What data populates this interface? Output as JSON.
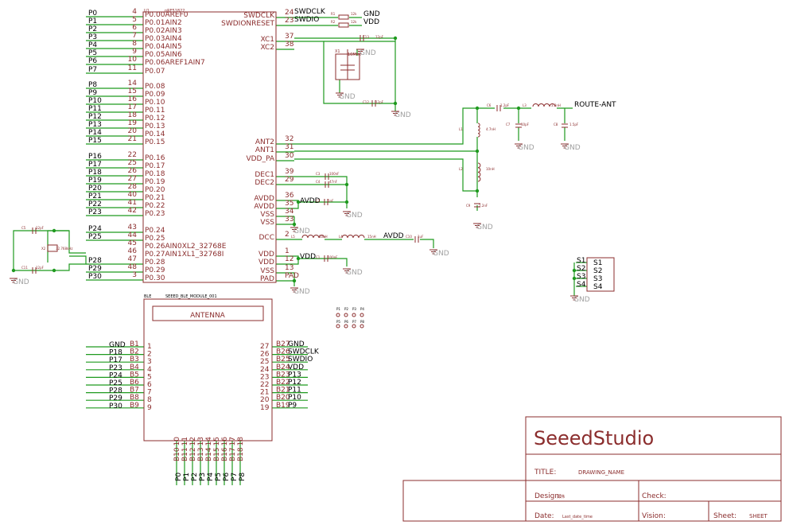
{
  "mcu": {
    "ref": "U1",
    "value": "nRF51822",
    "left_pins": [
      {
        "net": "P0",
        "num": "4",
        "name": "P0.00AREF0"
      },
      {
        "net": "P1",
        "num": "5",
        "name": "P0.01AIN2"
      },
      {
        "net": "P2",
        "num": "6",
        "name": "P0.02AIN3"
      },
      {
        "net": "P3",
        "num": "7",
        "name": "P0.03AIN4"
      },
      {
        "net": "P4",
        "num": "8",
        "name": "P0.04AIN5"
      },
      {
        "net": "P5",
        "num": "9",
        "name": "P0.05AIN6"
      },
      {
        "net": "P6",
        "num": "10",
        "name": "P0.06AREF1AIN7"
      },
      {
        "net": "P7",
        "num": "11",
        "name": "P0.07"
      },
      {
        "net": "P8",
        "num": "14",
        "name": "P0.08"
      },
      {
        "net": "P9",
        "num": "15",
        "name": "P0.09"
      },
      {
        "net": "P10",
        "num": "16",
        "name": "P0.10"
      },
      {
        "net": "P11",
        "num": "17",
        "name": "P0.11"
      },
      {
        "net": "P12",
        "num": "18",
        "name": "P0.12"
      },
      {
        "net": "P13",
        "num": "19",
        "name": "P0.13"
      },
      {
        "net": "P14",
        "num": "20",
        "name": "P0.14"
      },
      {
        "net": "P15",
        "num": "21",
        "name": "P0.15"
      },
      {
        "net": "P16",
        "num": "22",
        "name": "P0.16"
      },
      {
        "net": "P17",
        "num": "25",
        "name": "P0.17"
      },
      {
        "net": "P18",
        "num": "26",
        "name": "P0.18"
      },
      {
        "net": "P19",
        "num": "27",
        "name": "P0.19"
      },
      {
        "net": "P20",
        "num": "28",
        "name": "P0.20"
      },
      {
        "net": "P21",
        "num": "40",
        "name": "P0.21"
      },
      {
        "net": "P22",
        "num": "41",
        "name": "P0.22"
      },
      {
        "net": "P23",
        "num": "42",
        "name": "P0.23"
      },
      {
        "net": "P24",
        "num": "43",
        "name": "P0.24"
      },
      {
        "net": "P25",
        "num": "44",
        "name": "P0.25"
      },
      {
        "net": "",
        "num": "45",
        "name": "P0.26AIN0XL2_32768E"
      },
      {
        "net": "",
        "num": "46",
        "name": "P0.27AIN1XL1_32768I"
      },
      {
        "net": "P28",
        "num": "47",
        "name": "P0.28"
      },
      {
        "net": "P29",
        "num": "48",
        "name": "P0.29"
      },
      {
        "net": "P30",
        "num": "3",
        "name": "P0.30"
      }
    ],
    "right_pins": [
      {
        "name": "SWDCLK",
        "num": "24"
      },
      {
        "name": "SWDIONRESET",
        "num": "23"
      },
      {
        "name": "XC1",
        "num": "37"
      },
      {
        "name": "XC2",
        "num": "38"
      },
      {
        "name": "ANT2",
        "num": "32"
      },
      {
        "name": "ANT1",
        "num": "31"
      },
      {
        "name": "VDD_PA",
        "num": "30"
      },
      {
        "name": "DEC1",
        "num": "39"
      },
      {
        "name": "DEC2",
        "num": "29"
      },
      {
        "name": "AVDD",
        "num": "36"
      },
      {
        "name": "AVDD",
        "num": "35"
      },
      {
        "name": "VSS",
        "num": "34"
      },
      {
        "name": "VSS",
        "num": "33"
      },
      {
        "name": "DCC",
        "num": "2"
      },
      {
        "name": "VDD",
        "num": "1"
      },
      {
        "name": "VDD",
        "num": "12"
      },
      {
        "name": "VSS",
        "num": "13"
      },
      {
        "name": "PAD",
        "num": ""
      }
    ]
  },
  "swd_resistors": [
    {
      "ref": "R1",
      "value": "12k",
      "net": "GND"
    },
    {
      "ref": "R2",
      "value": "12k",
      "net": "VDD"
    }
  ],
  "rf": {
    "c6": "C6",
    "c6v": "1.2pF",
    "l3": "L3",
    "l3v": "3.3nH",
    "out": "ROUTE-ANT",
    "l1": "L1",
    "l1v": "4.7nH",
    "c7": "C7",
    "c7v": "10pF",
    "c8": "C8",
    "c8v": "1.5pF",
    "l2": "L2",
    "l2v": "10nH",
    "c9": "C9",
    "c9v": "2.2nF"
  },
  "xtal_16m": {
    "ref": "X1",
    "value": "16MHz",
    "c13": "C13",
    "c13v": "12pF",
    "c12": "C12",
    "c12v": "12pF"
  },
  "xtal_32k": {
    "ref": "X2",
    "value": "32.768kHz",
    "c5": "C5",
    "c5v": "12pF",
    "c11": "C11",
    "c11v": "12pF"
  },
  "dec": {
    "c3": "C3",
    "c3v": "100nF",
    "c4": "C4",
    "c4v": "47nF"
  },
  "avdd": {
    "net": "AVDD",
    "c2": "C2",
    "c2v": "1nF"
  },
  "dcdc": {
    "l5": "L5",
    "l5v": "10uH",
    "l4": "L4",
    "l4v": "15nH",
    "net": "AVDD",
    "c10": "C10",
    "c10v": "1uF"
  },
  "vdd": {
    "net": "VDD",
    "c1": "C1",
    "c1v": "100nF"
  },
  "pad_net": "PAD",
  "gnd": "GND",
  "sw": {
    "pins": [
      {
        "l": "S1",
        "r": "S1"
      },
      {
        "l": "S2",
        "r": "S2"
      },
      {
        "l": "S3",
        "r": "S3"
      },
      {
        "l": "S4",
        "r": "S4"
      }
    ]
  },
  "pads": {
    "row1": [
      "P1",
      "P2",
      "P3",
      "P4"
    ],
    "row2": [
      "P5",
      "P6",
      "P7",
      "P8"
    ]
  },
  "module": {
    "ref": "BLE",
    "value": "SEEED_BLE_MODULE_001",
    "antenna": "ANTENNA",
    "left": [
      {
        "net": "GND",
        "pin": "B1",
        "num": "1"
      },
      {
        "net": "P18",
        "pin": "B2",
        "num": "2"
      },
      {
        "net": "P17",
        "pin": "B3",
        "num": "3"
      },
      {
        "net": "P23",
        "pin": "B4",
        "num": "4"
      },
      {
        "net": "P24",
        "pin": "B5",
        "num": "5"
      },
      {
        "net": "P25",
        "pin": "B6",
        "num": "6"
      },
      {
        "net": "P28",
        "pin": "B7",
        "num": "7"
      },
      {
        "net": "P29",
        "pin": "B8",
        "num": "8"
      },
      {
        "net": "P30",
        "pin": "B9",
        "num": "9"
      }
    ],
    "right": [
      {
        "net": "GND",
        "pin": "B27",
        "num": "27"
      },
      {
        "net": "SWDCLK",
        "pin": "B26",
        "num": "26"
      },
      {
        "net": "SWDIO",
        "pin": "B25",
        "num": "25"
      },
      {
        "net": "VDD",
        "pin": "B24",
        "num": "24"
      },
      {
        "net": "P13",
        "pin": "B23",
        "num": "23"
      },
      {
        "net": "P12",
        "pin": "B22",
        "num": "22"
      },
      {
        "net": "P11",
        "pin": "B21",
        "num": "21"
      },
      {
        "net": "P10",
        "pin": "B20",
        "num": "20"
      },
      {
        "net": "P9",
        "pin": "B19",
        "num": "19"
      }
    ],
    "bottom": [
      {
        "num": "10",
        "pin": "B10",
        "net": "P0"
      },
      {
        "num": "11",
        "pin": "B11",
        "net": "P1"
      },
      {
        "num": "12",
        "pin": "B12",
        "net": "P2"
      },
      {
        "num": "13",
        "pin": "B13",
        "net": "P3"
      },
      {
        "num": "14",
        "pin": "B14",
        "net": "P4"
      },
      {
        "num": "15",
        "pin": "B15",
        "net": "P5"
      },
      {
        "num": "16",
        "pin": "B16",
        "net": "P6"
      },
      {
        "num": "17",
        "pin": "B17",
        "net": "P7"
      },
      {
        "num": "18",
        "pin": "B18",
        "net": "P8"
      }
    ]
  },
  "title_block": {
    "company": "SeeedStudio",
    "title_label": "TITLE:",
    "title_value": "DRAWING_NAME",
    "design_label": "Design:",
    "design_value": "郑伟",
    "check_label": "Check:",
    "date_label": "Date:",
    "date_value": "Last_date_time",
    "vision_label": "Vision:",
    "sheet_label": "Sheet:",
    "sheet_value": "SHEET"
  }
}
